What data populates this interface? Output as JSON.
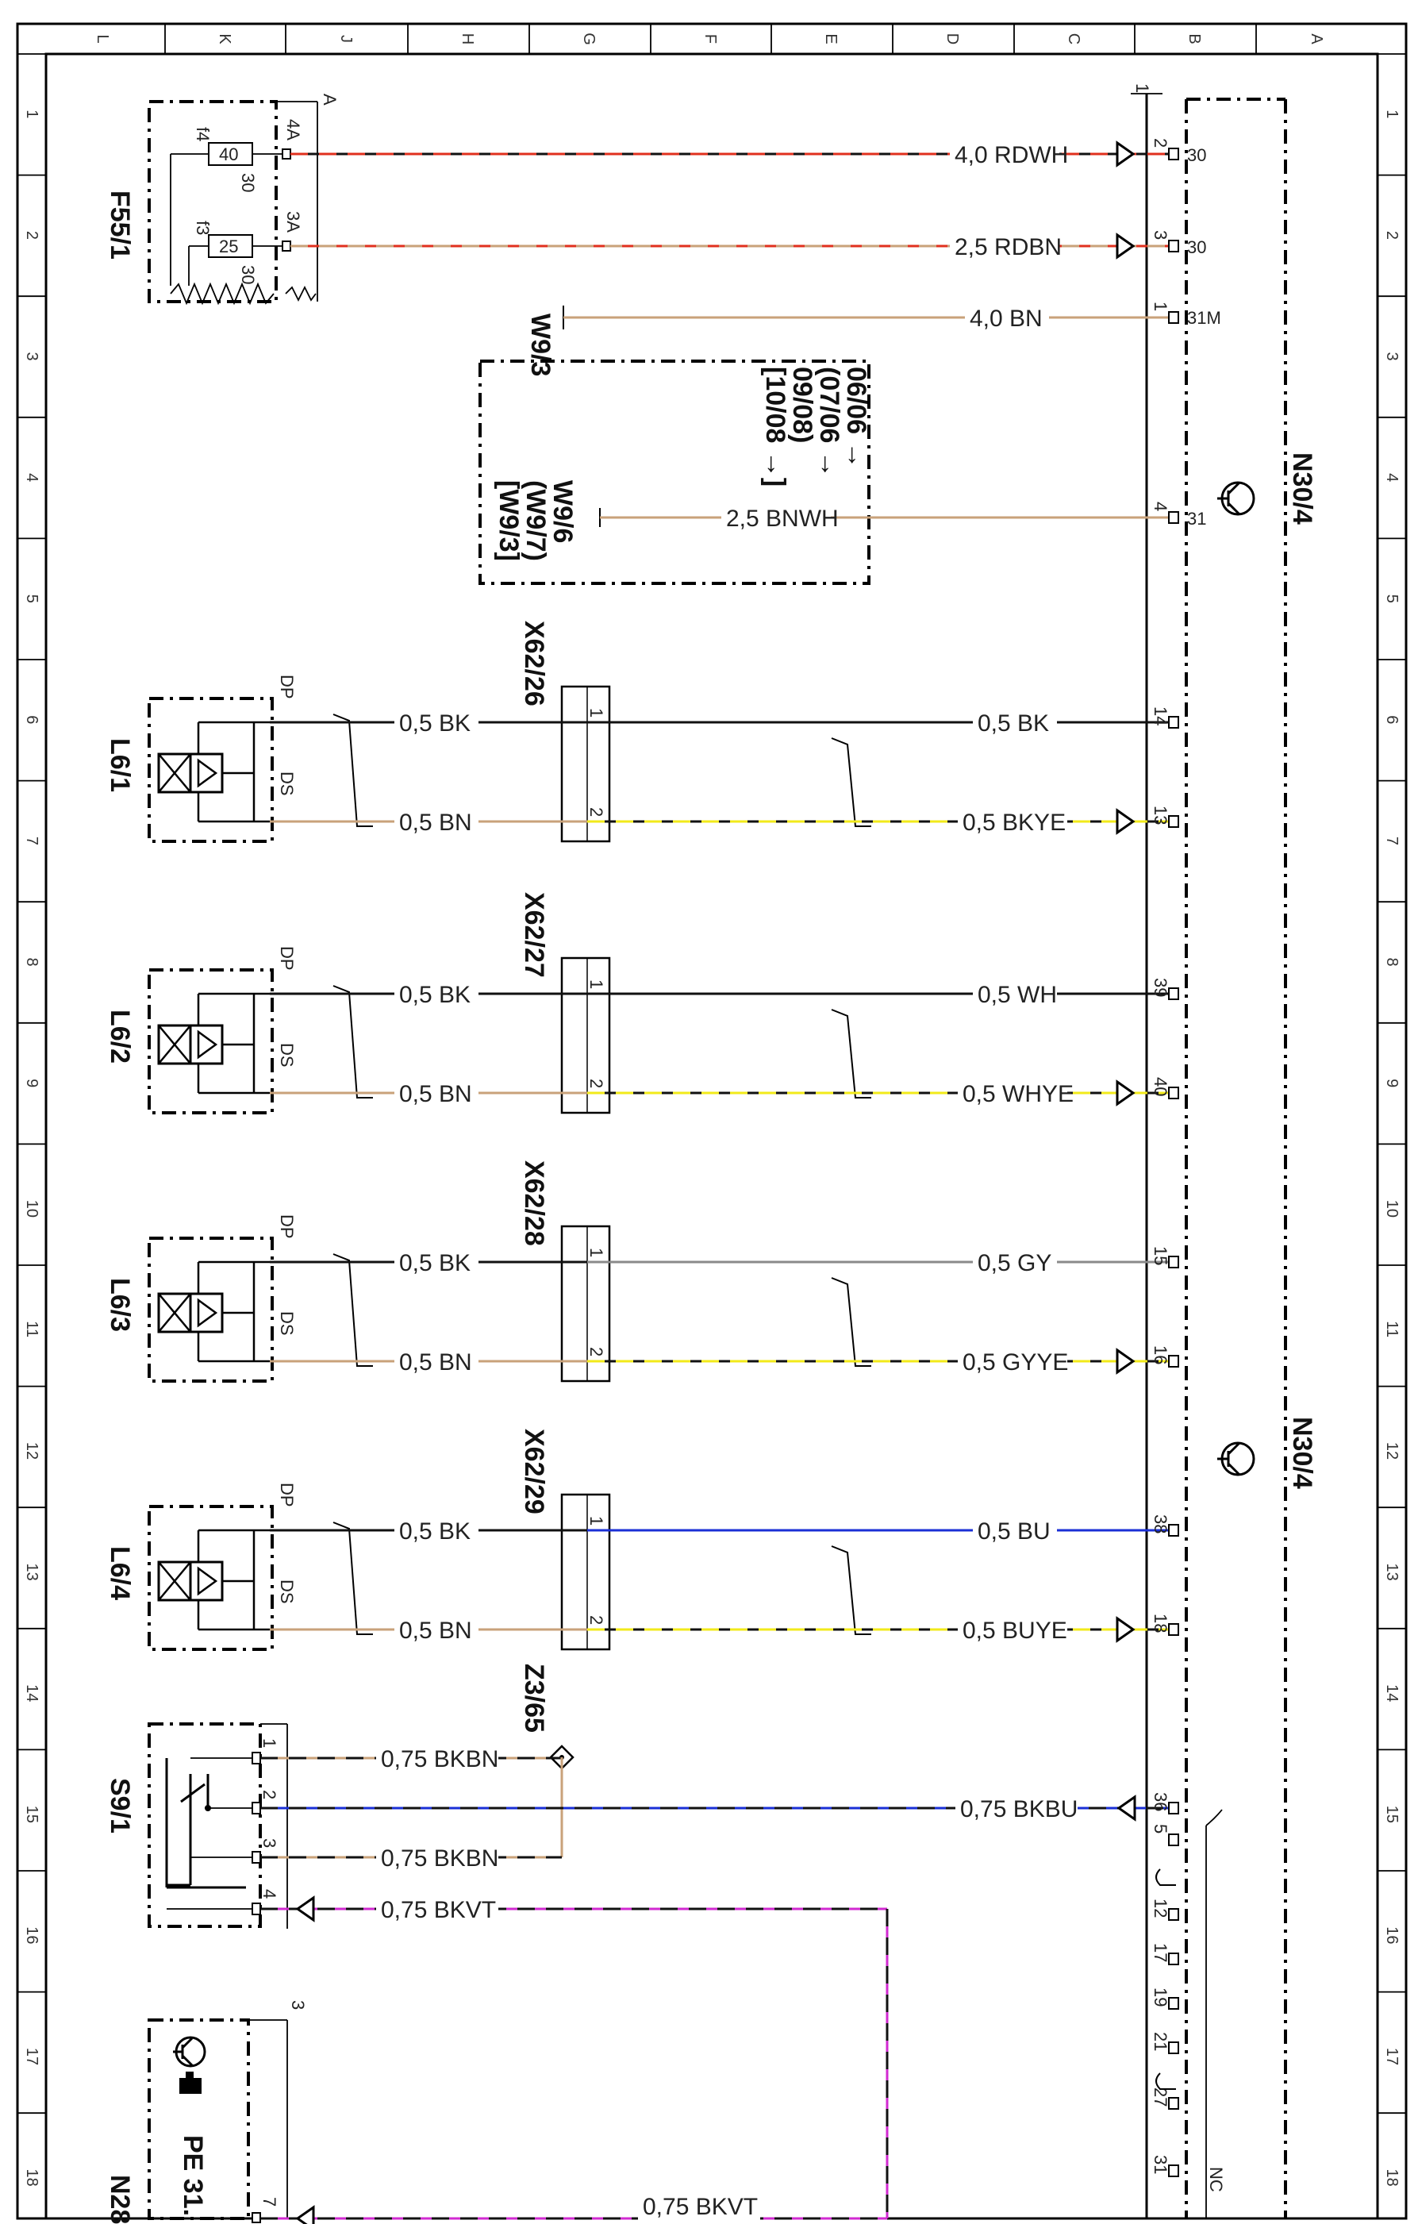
{
  "grid": {
    "columns": [
      "L",
      "K",
      "J",
      "H",
      "G",
      "F",
      "E",
      "D",
      "C",
      "B",
      "A"
    ],
    "rows": [
      "1",
      "2",
      "3",
      "4",
      "5",
      "6",
      "7",
      "8",
      "9",
      "10",
      "11",
      "12",
      "13",
      "14",
      "15",
      "16",
      "17",
      "18"
    ]
  },
  "components": {
    "f55": {
      "name": "F55/1",
      "top_label": "A",
      "fuse1": {
        "id": "f4",
        "rating": "40",
        "pin_in": "30",
        "pin_out": "4A"
      },
      "fuse2": {
        "id": "f3",
        "rating": "25",
        "pin_in": "30",
        "pin_out": "3A"
      }
    },
    "w9_3": "W9/3",
    "variant_box": {
      "lines": [
        "W9/6",
        "(W9/7)",
        "[W9/3]"
      ],
      "dates": [
        "06/06 →",
        "(07/06 →",
        "09/08)",
        "[10/08 →]"
      ]
    },
    "n30_top": "N30/4",
    "n30_bottom": "N30/4",
    "n30_pin_top": "1",
    "connectors": [
      "X62/26",
      "X62/27",
      "X62/28",
      "X62/29"
    ],
    "lamps": [
      "L6/1",
      "L6/2",
      "L6/3",
      "L6/4"
    ],
    "lamp_pins": {
      "dp": "DP",
      "ds": "DS"
    },
    "z3": "Z3/65",
    "s9": "S9/1",
    "n28": "N28",
    "pe_text": "PE 31.",
    "n28_pin_top": "3",
    "nc": "NC"
  },
  "wires": {
    "w1": "4,0 RDWH",
    "w2": "2,5 RDBN",
    "w3": "4,0 BN",
    "w4": "2,5 BNWH",
    "l1a": "0,5 BK",
    "l1b": "0,5 BN",
    "r1a": "0,5 BK",
    "r1b": "0,5 BKYE",
    "l2a": "0,5 BK",
    "l2b": "0,5 BN",
    "r2a": "0,5 WH",
    "r2b": "0,5 WHYE",
    "l3a": "0,5 BK",
    "l3b": "0,5 BN",
    "r3a": "0,5 GY",
    "r3b": "0,5 GYYE",
    "l4a": "0,5 BK",
    "l4b": "0,5 BN",
    "r4a": "0,5 BU",
    "r4b": "0,5 BUYE",
    "s1": "0,75 BKBN",
    "s2": "0,75 BKBU",
    "s3": "0,75 BKBN",
    "s4": "0,75 BKVT",
    "n28w": "0,75 BKVT"
  },
  "n30_pins": {
    "p2": "2",
    "p3": "3",
    "p1": "1",
    "p4": "4",
    "p14": "14",
    "p13": "13",
    "p39": "39",
    "p40": "40",
    "p15": "15",
    "p16": "16",
    "p38": "38",
    "p18": "18",
    "p36": "36",
    "p5": "5",
    "p12": "12",
    "p17": "17",
    "p19": "19",
    "p21": "21",
    "p27": "27",
    "p31": "31",
    "t30a": "30",
    "t30b": "30",
    "t31m": "31M",
    "t31": "31"
  },
  "misc_pins": {
    "one": "1",
    "two": "2",
    "three": "3",
    "four": "4",
    "seven": "7"
  },
  "colors": {
    "black": "#111111",
    "red": "#e0301e",
    "brown": "#c9a27a",
    "yellow": "#f2ea1a",
    "blue": "#1a2fd6",
    "gray": "#8a8a8a",
    "violet": "#d12ad1",
    "frame": "#000000"
  }
}
